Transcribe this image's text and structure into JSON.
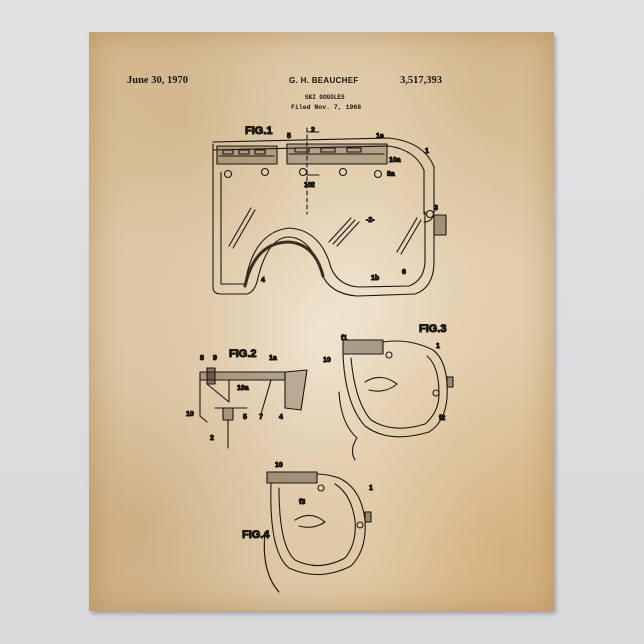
{
  "patent": {
    "date": "June 30, 1970",
    "inventor": "G. H. BEAUCHEF",
    "patent_number": "3,517,393",
    "title": "SKI GOGGLES",
    "filed": "Filed Nov. 7, 1968"
  },
  "figures": [
    {
      "label": "FIG.1",
      "refs": [
        "5",
        "2",
        "1a",
        "1",
        "10a",
        "8a",
        "10",
        "2",
        "3",
        "-2-",
        "4",
        "6",
        "1b"
      ]
    },
    {
      "label": "FIG.2",
      "refs": [
        "8",
        "9",
        "1a",
        "10a",
        "10",
        "5",
        "7",
        "4",
        "2"
      ]
    },
    {
      "label": "FIG.3",
      "refs": [
        "f1",
        "1",
        "10",
        "f2"
      ]
    },
    {
      "label": "FIG.4",
      "refs": [
        "10",
        "f3",
        "1"
      ]
    }
  ],
  "colors": {
    "background": "#dcdcde",
    "paper": "#e6d6b9",
    "ink": "#1d1610"
  }
}
